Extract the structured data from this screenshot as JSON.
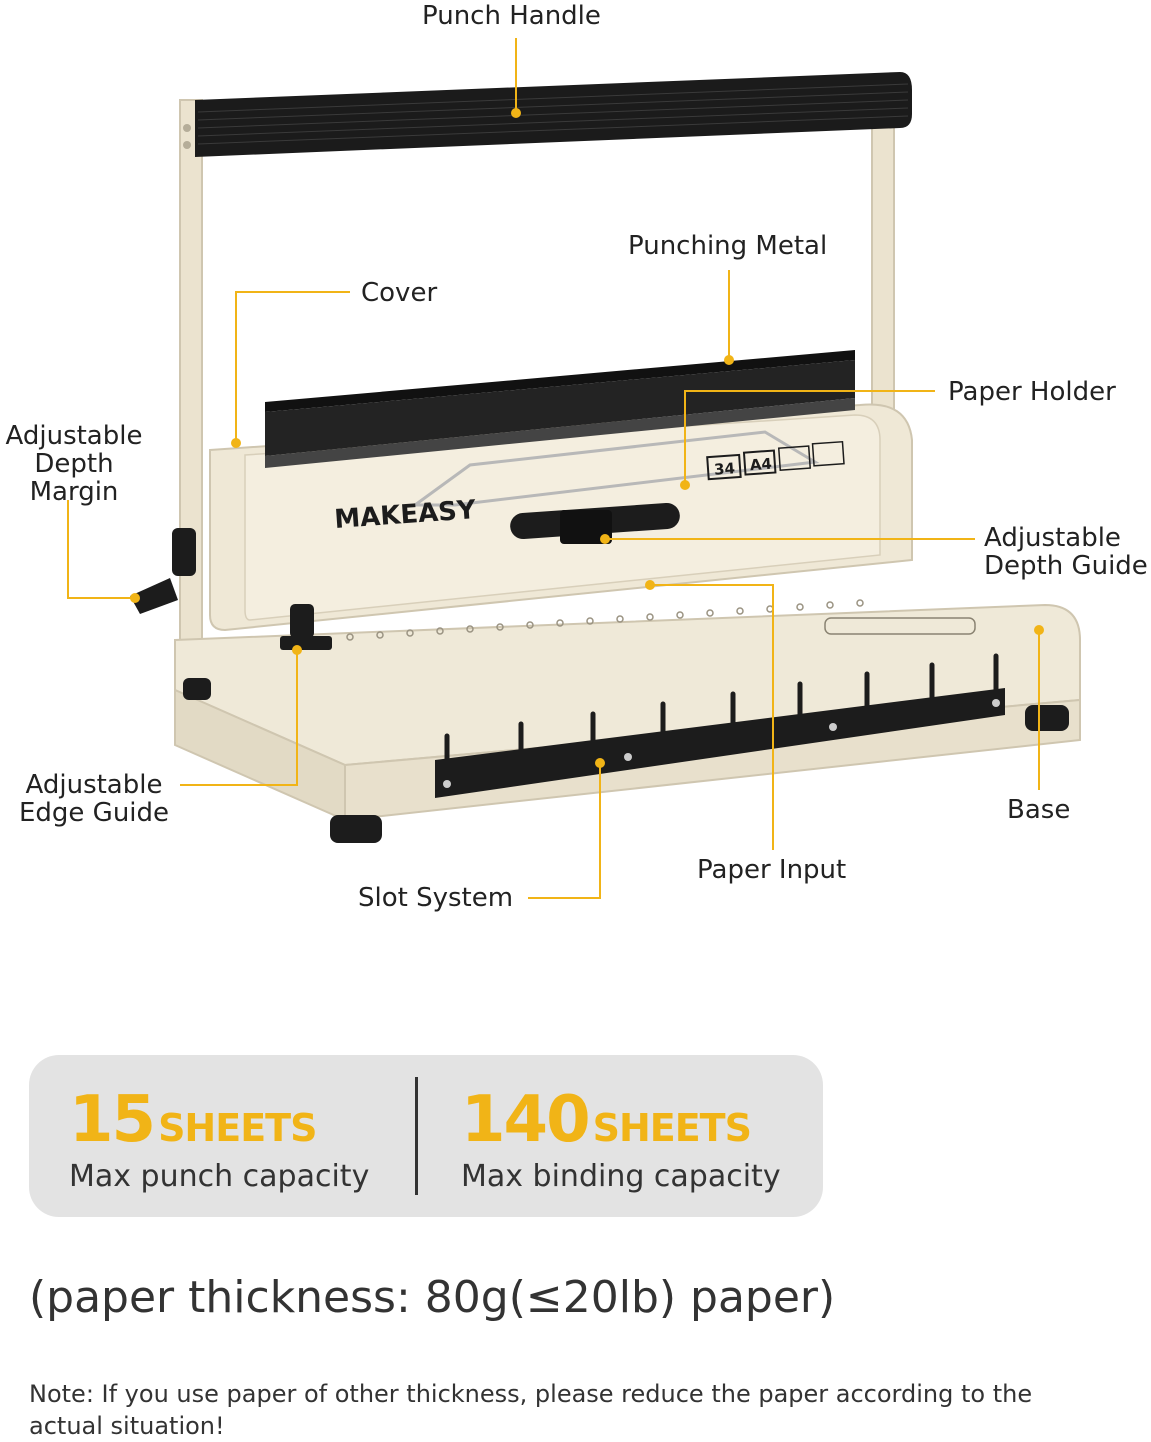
{
  "labels": {
    "punch_handle": "Punch Handle",
    "punching_metal": "Punching Metal",
    "cover": "Cover",
    "paper_holder": "Paper Holder",
    "adjustable_depth_margin": [
      "Adjustable",
      "Depth",
      "Margin"
    ],
    "adjustable_depth_guide": [
      "Adjustable",
      "Depth Guide"
    ],
    "adjustable_edge_guide": [
      "Adjustable",
      "Edge Guide"
    ],
    "base": "Base",
    "paper_input": "Paper Input",
    "slot_system": "Slot System"
  },
  "machine": {
    "brand": "MAKEASY",
    "size_badges": [
      "34",
      "A4"
    ]
  },
  "stats": [
    {
      "value": "15",
      "unit": "SHEETS",
      "caption": "Max punch capacity"
    },
    {
      "value": "140",
      "unit": "SHEETS",
      "caption": "Max binding capacity"
    }
  ],
  "thickness_text": "(paper thickness: 80g(≤20lb) paper)",
  "note_text": "Note: If you use paper of other thickness, please reduce the paper according to the actual situation!",
  "colors": {
    "accent": "#f1b417",
    "machine_body": "#ede6d4",
    "machine_dark": "#1c1c1c",
    "box_bg": "#e3e3e3"
  }
}
